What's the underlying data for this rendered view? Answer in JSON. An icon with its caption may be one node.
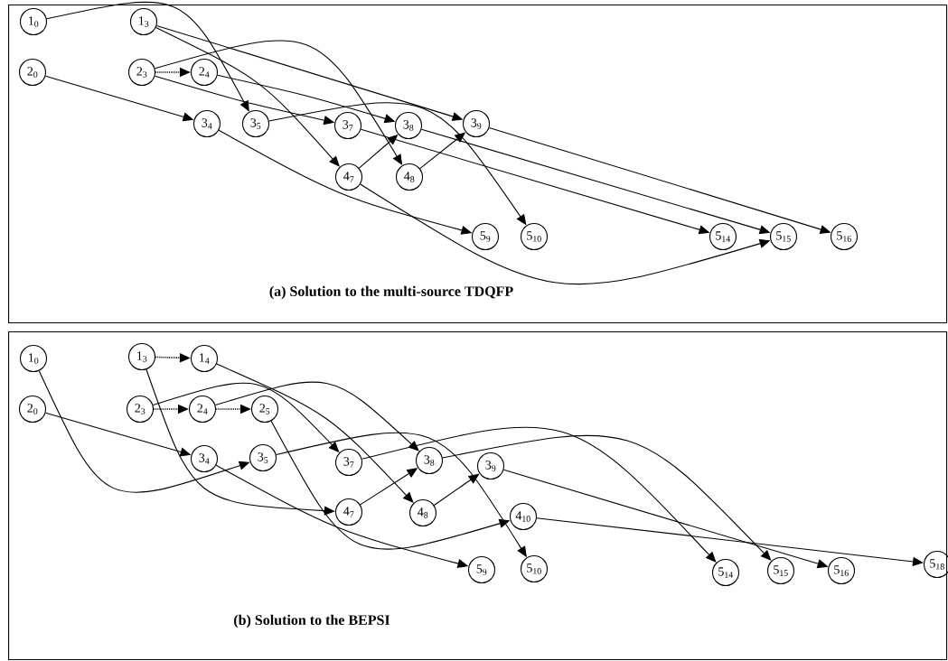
{
  "diagram": {
    "nodes": [
      {
        "text": [
          "(a) Solution to the multi-source TDQFP"
        ]
      },
      {
        "text": [
          "1$_{0}$"
        ],
        "in": 0
      },
      {
        "text": [
          "1$_{3}$"
        ],
        "in": 0
      },
      {
        "text": [
          "2$_{0}$"
        ],
        "in": 0
      },
      {
        "text": [
          "2$_{3}$"
        ],
        "in": 0
      },
      {
        "text": [
          "2$_{4}$"
        ],
        "in": 0
      },
      {
        "text": [
          "3$_{4}$"
        ],
        "in": 0
      },
      {
        "text": [
          "3$_{5}$"
        ],
        "in": 0
      },
      {
        "text": [
          "3$_{7}$"
        ],
        "in": 0
      },
      {
        "text": [
          "3$_{8}$"
        ],
        "in": 0
      },
      {
        "text": [
          "3$_{9}$"
        ],
        "in": 0
      },
      {
        "text": [
          "4$_{7}$"
        ],
        "in": 0
      },
      {
        "text": [
          "4$_{8}$"
        ],
        "in": 0
      },
      {
        "text": [
          "5$_{9}$"
        ],
        "in": 0
      },
      {
        "text": [
          "5$_{10}$"
        ],
        "in": 0
      },
      {
        "text": [
          "5$_{14}$"
        ],
        "in": 0
      },
      {
        "text": [
          "5$_{15}$"
        ],
        "in": 0
      },
      {
        "text": [
          "5$_{16}$"
        ],
        "in": 0
      },
      {
        "text": [
          "(b) Solution to the BEPSI"
        ]
      },
      {
        "text": [
          "1$_{0}$"
        ],
        "in": 18
      },
      {
        "text": [
          "1$_{3}$"
        ],
        "in": 18
      },
      {
        "text": [
          "1$_{4}$"
        ],
        "in": 18
      },
      {
        "text": [
          "2$_{0}$"
        ],
        "in": 18
      },
      {
        "text": [
          "2$_{3}$"
        ],
        "in": 18
      },
      {
        "text": [
          "2$_{4}$"
        ],
        "in": 18
      },
      {
        "text": [
          "2$_{5}$"
        ],
        "in": 18
      },
      {
        "text": [
          "3$_{4}$"
        ],
        "in": 18
      },
      {
        "text": [
          "3$_{5}$"
        ],
        "in": 18
      },
      {
        "text": [
          "3$_{7}$"
        ],
        "in": 18
      },
      {
        "text": [
          "3$_{8}$"
        ],
        "in": 18
      },
      {
        "text": [
          "3$_{9}$"
        ],
        "in": 18
      },
      {
        "text": [
          "4$_{7}$"
        ],
        "in": 18
      },
      {
        "text": [
          "4$_{8}$"
        ],
        "in": 18
      },
      {
        "text": [
          "4$_{10}$"
        ],
        "in": 18
      },
      {
        "text": [
          "5$_{9}$"
        ],
        "in": 18
      },
      {
        "text": [
          "5$_{10}$"
        ],
        "in": 18
      },
      {
        "text": [
          "5$_{14}$"
        ],
        "in": 18
      },
      {
        "text": [
          "5$_{15}$"
        ],
        "in": 18
      },
      {
        "text": [
          "5$_{16}$"
        ],
        "in": 18
      },
      {
        "text": [
          "5$_{18}$"
        ],
        "in": 18
      }
    ],
    "edges": [
      {
        "from": 1,
        "to": 7,
        "arrow": "to"
      },
      {
        "from": 3,
        "to": 6,
        "arrow": "to"
      },
      {
        "from": 4,
        "to": 5,
        "arrow": "to",
        "style": "dashed"
      },
      {
        "from": 4,
        "to": 8,
        "arrow": "to"
      },
      {
        "from": 4,
        "to": 12,
        "arrow": "to"
      },
      {
        "from": 2,
        "to": 10,
        "arrow": "to"
      },
      {
        "from": 2,
        "to": 11,
        "arrow": "to"
      },
      {
        "from": 5,
        "to": 9,
        "arrow": "to"
      },
      {
        "from": 6,
        "to": 13,
        "arrow": "to"
      },
      {
        "from": 7,
        "to": 14,
        "arrow": "to"
      },
      {
        "from": 11,
        "to": 9,
        "arrow": "to"
      },
      {
        "from": 11,
        "to": 16,
        "arrow": "to"
      },
      {
        "from": 12,
        "to": 10,
        "arrow": "to"
      },
      {
        "from": 8,
        "to": 15,
        "arrow": "to"
      },
      {
        "from": 9,
        "to": 16,
        "arrow": "to"
      },
      {
        "from": 10,
        "to": 17,
        "arrow": "to"
      },
      {
        "from": 20,
        "to": 21,
        "arrow": "to",
        "style": "dashed"
      },
      {
        "from": 23,
        "to": 24,
        "arrow": "to",
        "style": "dashed"
      },
      {
        "from": 24,
        "to": 25,
        "arrow": "to",
        "style": "dashed"
      },
      {
        "from": 19,
        "to": 27,
        "arrow": "to"
      },
      {
        "from": 22,
        "to": 26,
        "arrow": "to"
      },
      {
        "from": 20,
        "to": 31,
        "arrow": "to"
      },
      {
        "from": 21,
        "to": 32,
        "arrow": "to"
      },
      {
        "from": 23,
        "to": 28,
        "arrow": "to"
      },
      {
        "from": 24,
        "to": 29,
        "arrow": "to"
      },
      {
        "from": 25,
        "to": 33,
        "arrow": "to"
      },
      {
        "from": 26,
        "to": 34,
        "arrow": "to"
      },
      {
        "from": 27,
        "to": 35,
        "arrow": "to"
      },
      {
        "from": 31,
        "to": 29,
        "arrow": "to"
      },
      {
        "from": 32,
        "to": 30,
        "arrow": "to"
      },
      {
        "from": 28,
        "to": 36,
        "arrow": "to"
      },
      {
        "from": 29,
        "to": 37,
        "arrow": "to"
      },
      {
        "from": 30,
        "to": 38,
        "arrow": "to"
      },
      {
        "from": 33,
        "to": 39,
        "arrow": "to"
      }
    ]
  }
}
